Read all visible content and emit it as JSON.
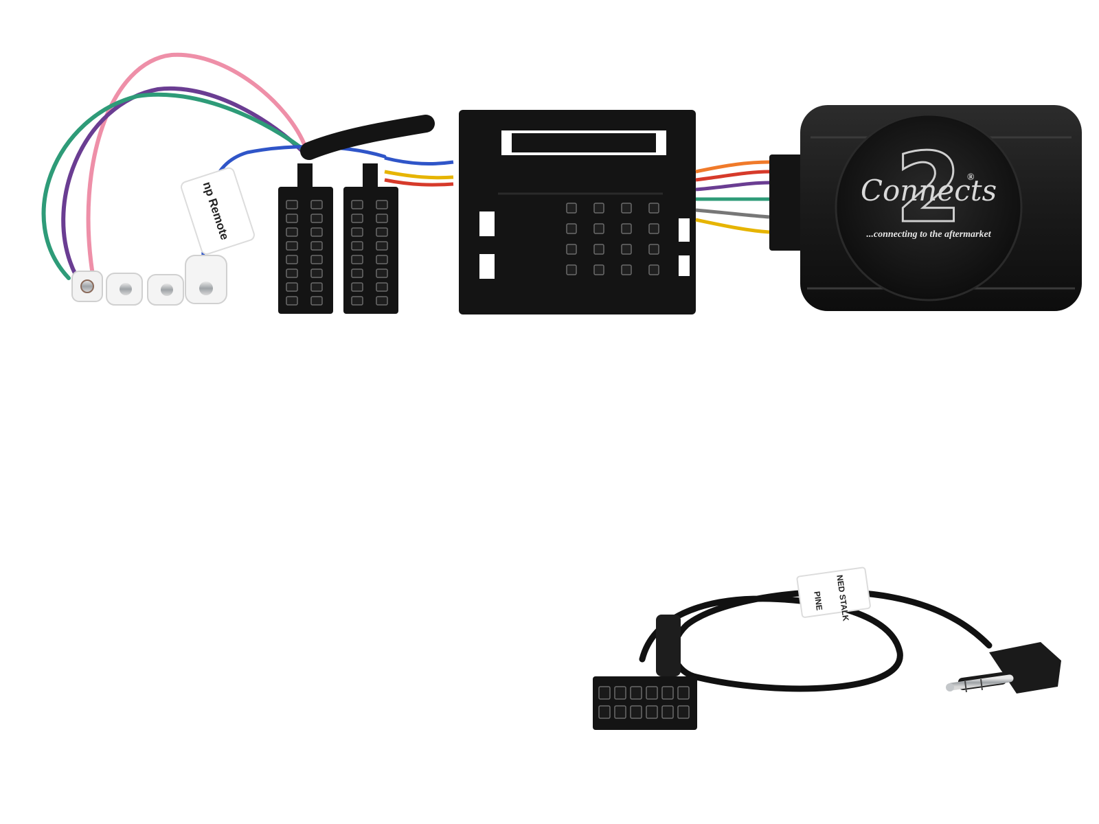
{
  "product": {
    "harness_tag": "np Remote",
    "brand_logo": {
      "wordmark": "Connects",
      "numeral": "2",
      "registered": "®",
      "tagline": "...connecting to the aftermarket"
    },
    "patch_tag_line1": "PINE",
    "patch_tag_line2": "NED STALK"
  },
  "colors": {
    "background": "#ffffff",
    "connector_body": "#141414",
    "interface_box": "#1a1a1a",
    "wire_pink": "#ee8fa8",
    "wire_purple": "#6a3d92",
    "wire_green": "#2e9b78",
    "wire_blue": "#2f55c8",
    "wire_orange": "#f07a2a",
    "wire_red": "#d63a2a",
    "wire_yellow": "#e6b400",
    "cable_black": "#111111",
    "jack_metal": "#b9bcc0"
  }
}
